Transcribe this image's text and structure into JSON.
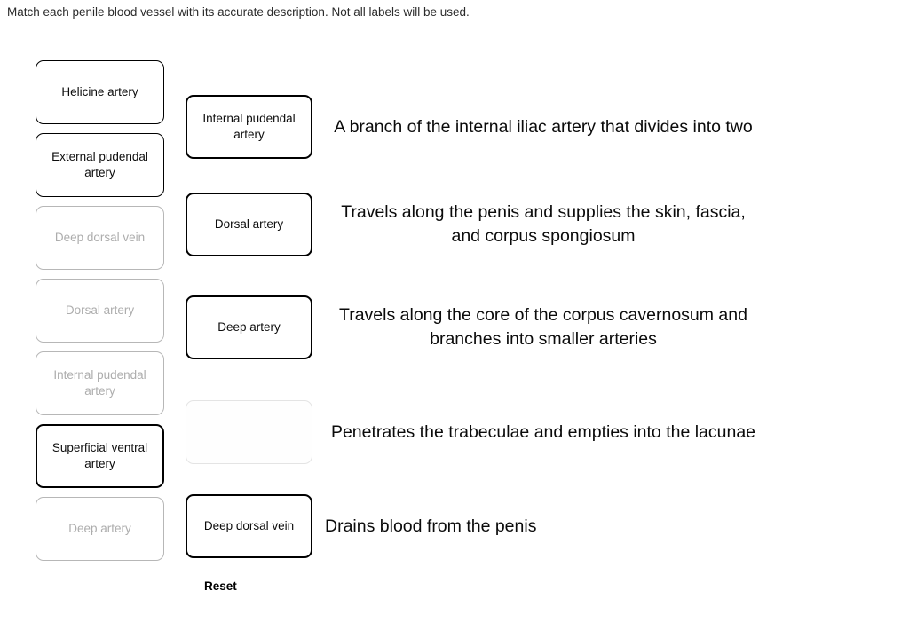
{
  "prompt": "Match each penile blood vessel with its accurate description. Not all labels will be used.",
  "colors": {
    "tile_border_active": "#000000",
    "tile_border_used": "#b7b7b7",
    "tile_text_used": "#adadad",
    "dropzone_empty_border": "#e4e4e4",
    "text": "#0b0b0b"
  },
  "pool": [
    {
      "label": "Helicine artery",
      "state": "available"
    },
    {
      "label": "External pudendal artery",
      "state": "available"
    },
    {
      "label": "Deep dorsal vein",
      "state": "used"
    },
    {
      "label": "Dorsal artery",
      "state": "used"
    },
    {
      "label": "Internal pudendal artery",
      "state": "used"
    },
    {
      "label": "Superficial ventral artery",
      "state": "available"
    },
    {
      "label": "Deep artery",
      "state": "used"
    }
  ],
  "rows": [
    {
      "answer": "Internal pudendal artery",
      "state": "filled",
      "description": "A branch of the internal iliac artery that divides into two"
    },
    {
      "answer": "Dorsal artery",
      "state": "filled",
      "description": "Travels along the penis and supplies the skin, fascia, and corpus spongiosum"
    },
    {
      "answer": "Deep artery",
      "state": "filled",
      "description": "Travels along the core of the corpus cavernosum and branches into smaller arteries"
    },
    {
      "answer": "",
      "state": "empty",
      "description": "Penetrates the trabeculae and empties into the lacunae"
    },
    {
      "answer": "Deep dorsal vein",
      "state": "filled",
      "description": "Drains blood from the penis"
    }
  ],
  "reset": {
    "label": "Reset"
  }
}
